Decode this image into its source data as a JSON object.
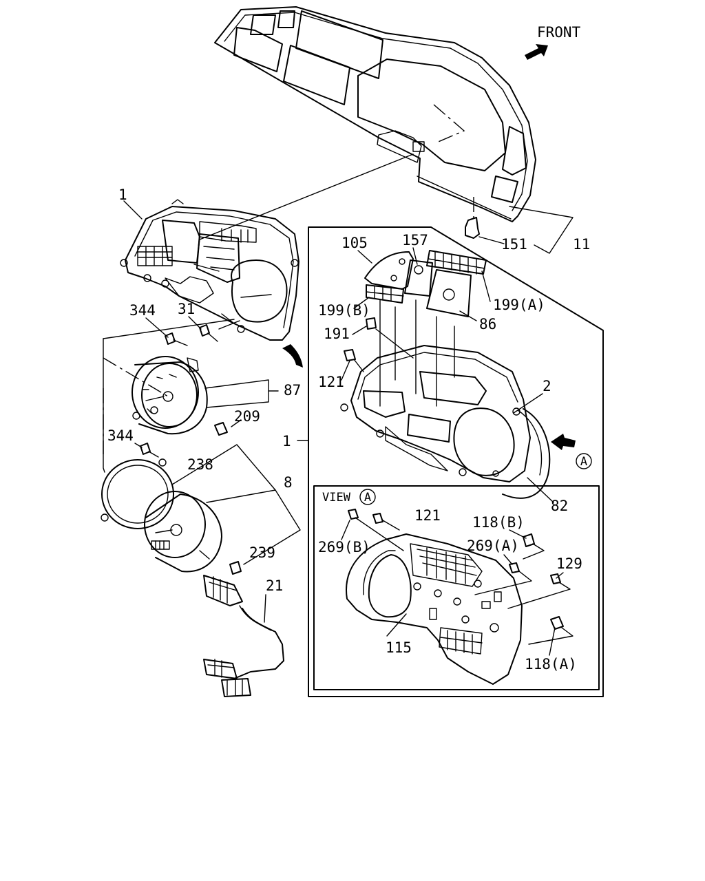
{
  "direction": {
    "front": "FRONT"
  },
  "view": {
    "label": "VIEW",
    "marker": "A"
  },
  "callouts": {
    "c1_top": "1",
    "c1_box": "1",
    "c2": "2",
    "c8": "8",
    "c11": "11",
    "c21": "21",
    "c31": "31",
    "c82": "82",
    "c86": "86",
    "c87": "87",
    "c105": "105",
    "c115": "115",
    "c118a": "118(A)",
    "c118b": "118(B)",
    "c121_top": "121",
    "c121_view": "121",
    "c129": "129",
    "c151": "151",
    "c157": "157",
    "c191": "191",
    "c199a": "199(A)",
    "c199b": "199(B)",
    "c209": "209",
    "c238": "238",
    "c239": "239",
    "c269a": "269(A)",
    "c269b": "269(B)",
    "c344_top": "344",
    "c344_mid": "344"
  }
}
